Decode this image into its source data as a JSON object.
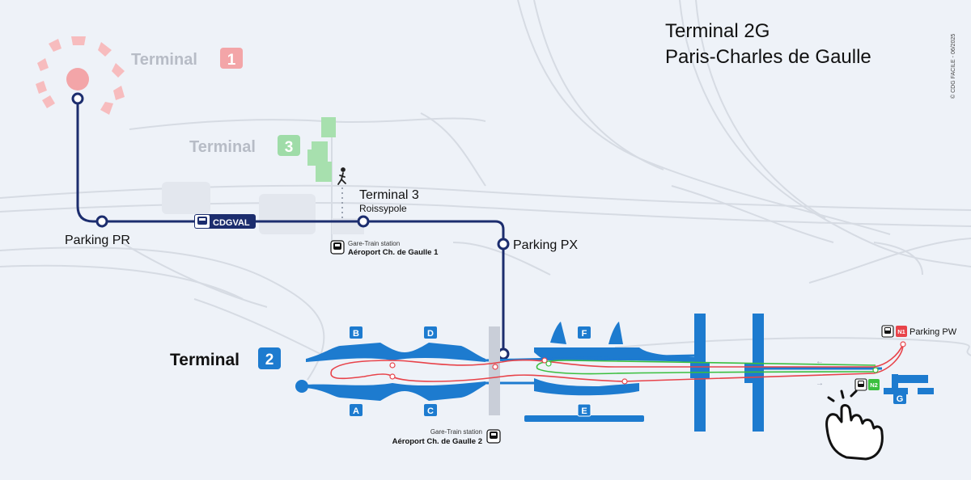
{
  "header": {
    "title": "Terminal 2G",
    "subtitle": "Paris-Charles de Gaulle",
    "copyright": "© CDG FACILE - 06/2025"
  },
  "terminals": {
    "t1": {
      "label": "Terminal",
      "number": "1",
      "color": "#f3a5a8"
    },
    "t3": {
      "label": "Terminal",
      "number": "3",
      "color": "#9fdca8"
    },
    "t2": {
      "label": "Terminal",
      "number": "2",
      "color": "#1d7bcf"
    }
  },
  "stations": {
    "parking_pr": "Parking PR",
    "terminal3": "Terminal 3",
    "roissypole": "Roissypole",
    "parking_px": "Parking PX",
    "parking_pw": "Parking PW"
  },
  "cdgval": {
    "label": "CDGVAL",
    "color": "#1c2d6e"
  },
  "train_stations": {
    "cdg1": {
      "caption": "Gare-Train station",
      "name": "Aéroport Ch. de Gaulle 1"
    },
    "cdg2": {
      "caption": "Gare-Train station",
      "name": "Aéroport Ch. de Gaulle 2"
    }
  },
  "halls": {
    "a": "A",
    "b": "B",
    "c": "C",
    "d": "D",
    "e": "E",
    "f": "F",
    "g": "G"
  },
  "bus_lines": {
    "n1": {
      "label": "N1",
      "color": "#e8434a"
    },
    "n2": {
      "label": "N2",
      "color": "#3bbf3f"
    }
  },
  "colors": {
    "background": "#eef2f8",
    "roads": "#d3d8e0",
    "terminal2_blue": "#1d7bcf",
    "cdgval_navy": "#1c2d6e"
  }
}
